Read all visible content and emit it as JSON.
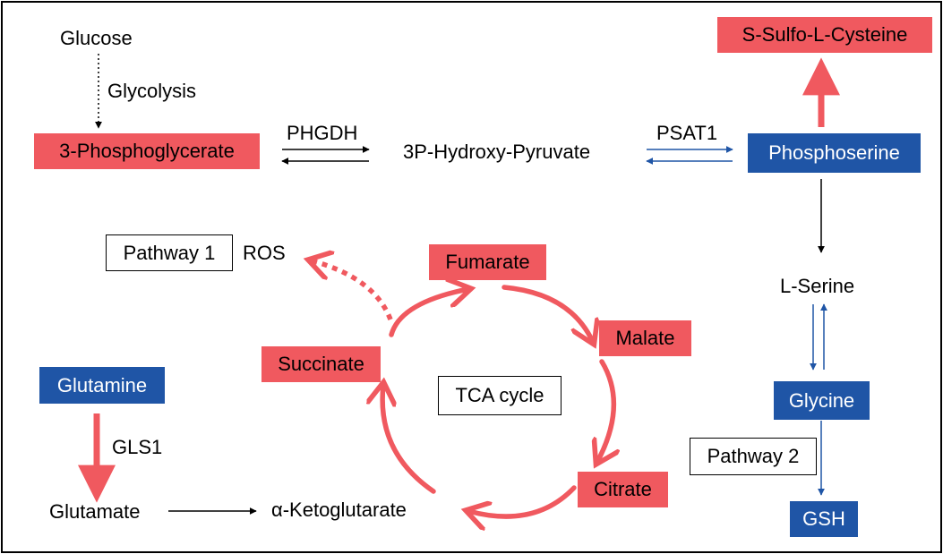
{
  "colors": {
    "red": "#F0595F",
    "blue": "#1F55A6",
    "black": "#000000"
  },
  "labels": {
    "glucose": "Glucose",
    "glycolysis": "Glycolysis",
    "phgdh": "PHGDH",
    "hydroxy_pyruvate": "3P-Hydroxy-Pyruvate",
    "psat1": "PSAT1",
    "ros": "ROS",
    "l_serine": "L-Serine",
    "gls1": "GLS1",
    "glutamate": "Glutamate",
    "alpha_ketoglutarate": "α-Ketoglutarate"
  },
  "red_boxes": {
    "s_sulfo": "S-Sulfo-L-Cysteine",
    "phosphoglycerate": "3-Phosphoglycerate",
    "fumarate": "Fumarate",
    "malate": "Malate",
    "succinate": "Succinate",
    "citrate": "Citrate"
  },
  "blue_boxes": {
    "phosphoserine": "Phosphoserine",
    "glutamine": "Glutamine",
    "glycine": "Glycine",
    "gsh": "GSH"
  },
  "outline_boxes": {
    "pathway1": "Pathway 1",
    "pathway2": "Pathway 2",
    "tca_cycle": "TCA cycle"
  }
}
